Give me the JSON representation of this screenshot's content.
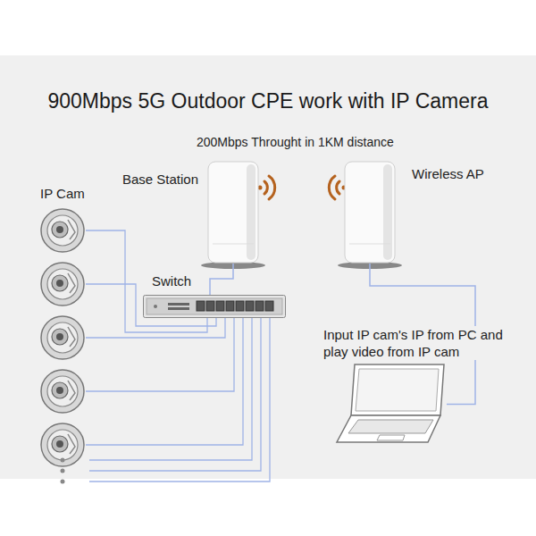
{
  "diagram": {
    "title": "900Mbps 5G Outdoor CPE work with IP Camera",
    "nodes": [
      {
        "text": [
          "Switch"
        ]
      },
      {
        "text": [
          "Base Station"
        ]
      },
      {
        "text": [
          "Wireless AP"
        ]
      },
      {
        "text": [
          "Input IP cam's IP from PC and play video from IP cam"
        ]
      }
    ],
    "edges": [
      {
        "from": 0,
        "to": 1,
        "arrow": "none"
      },
      {
        "from": 2,
        "to": 3,
        "arrow": "none"
      }
    ],
    "labels": [
      "200Mbps Throught in 1KM distance",
      "IP Cam"
    ]
  }
}
